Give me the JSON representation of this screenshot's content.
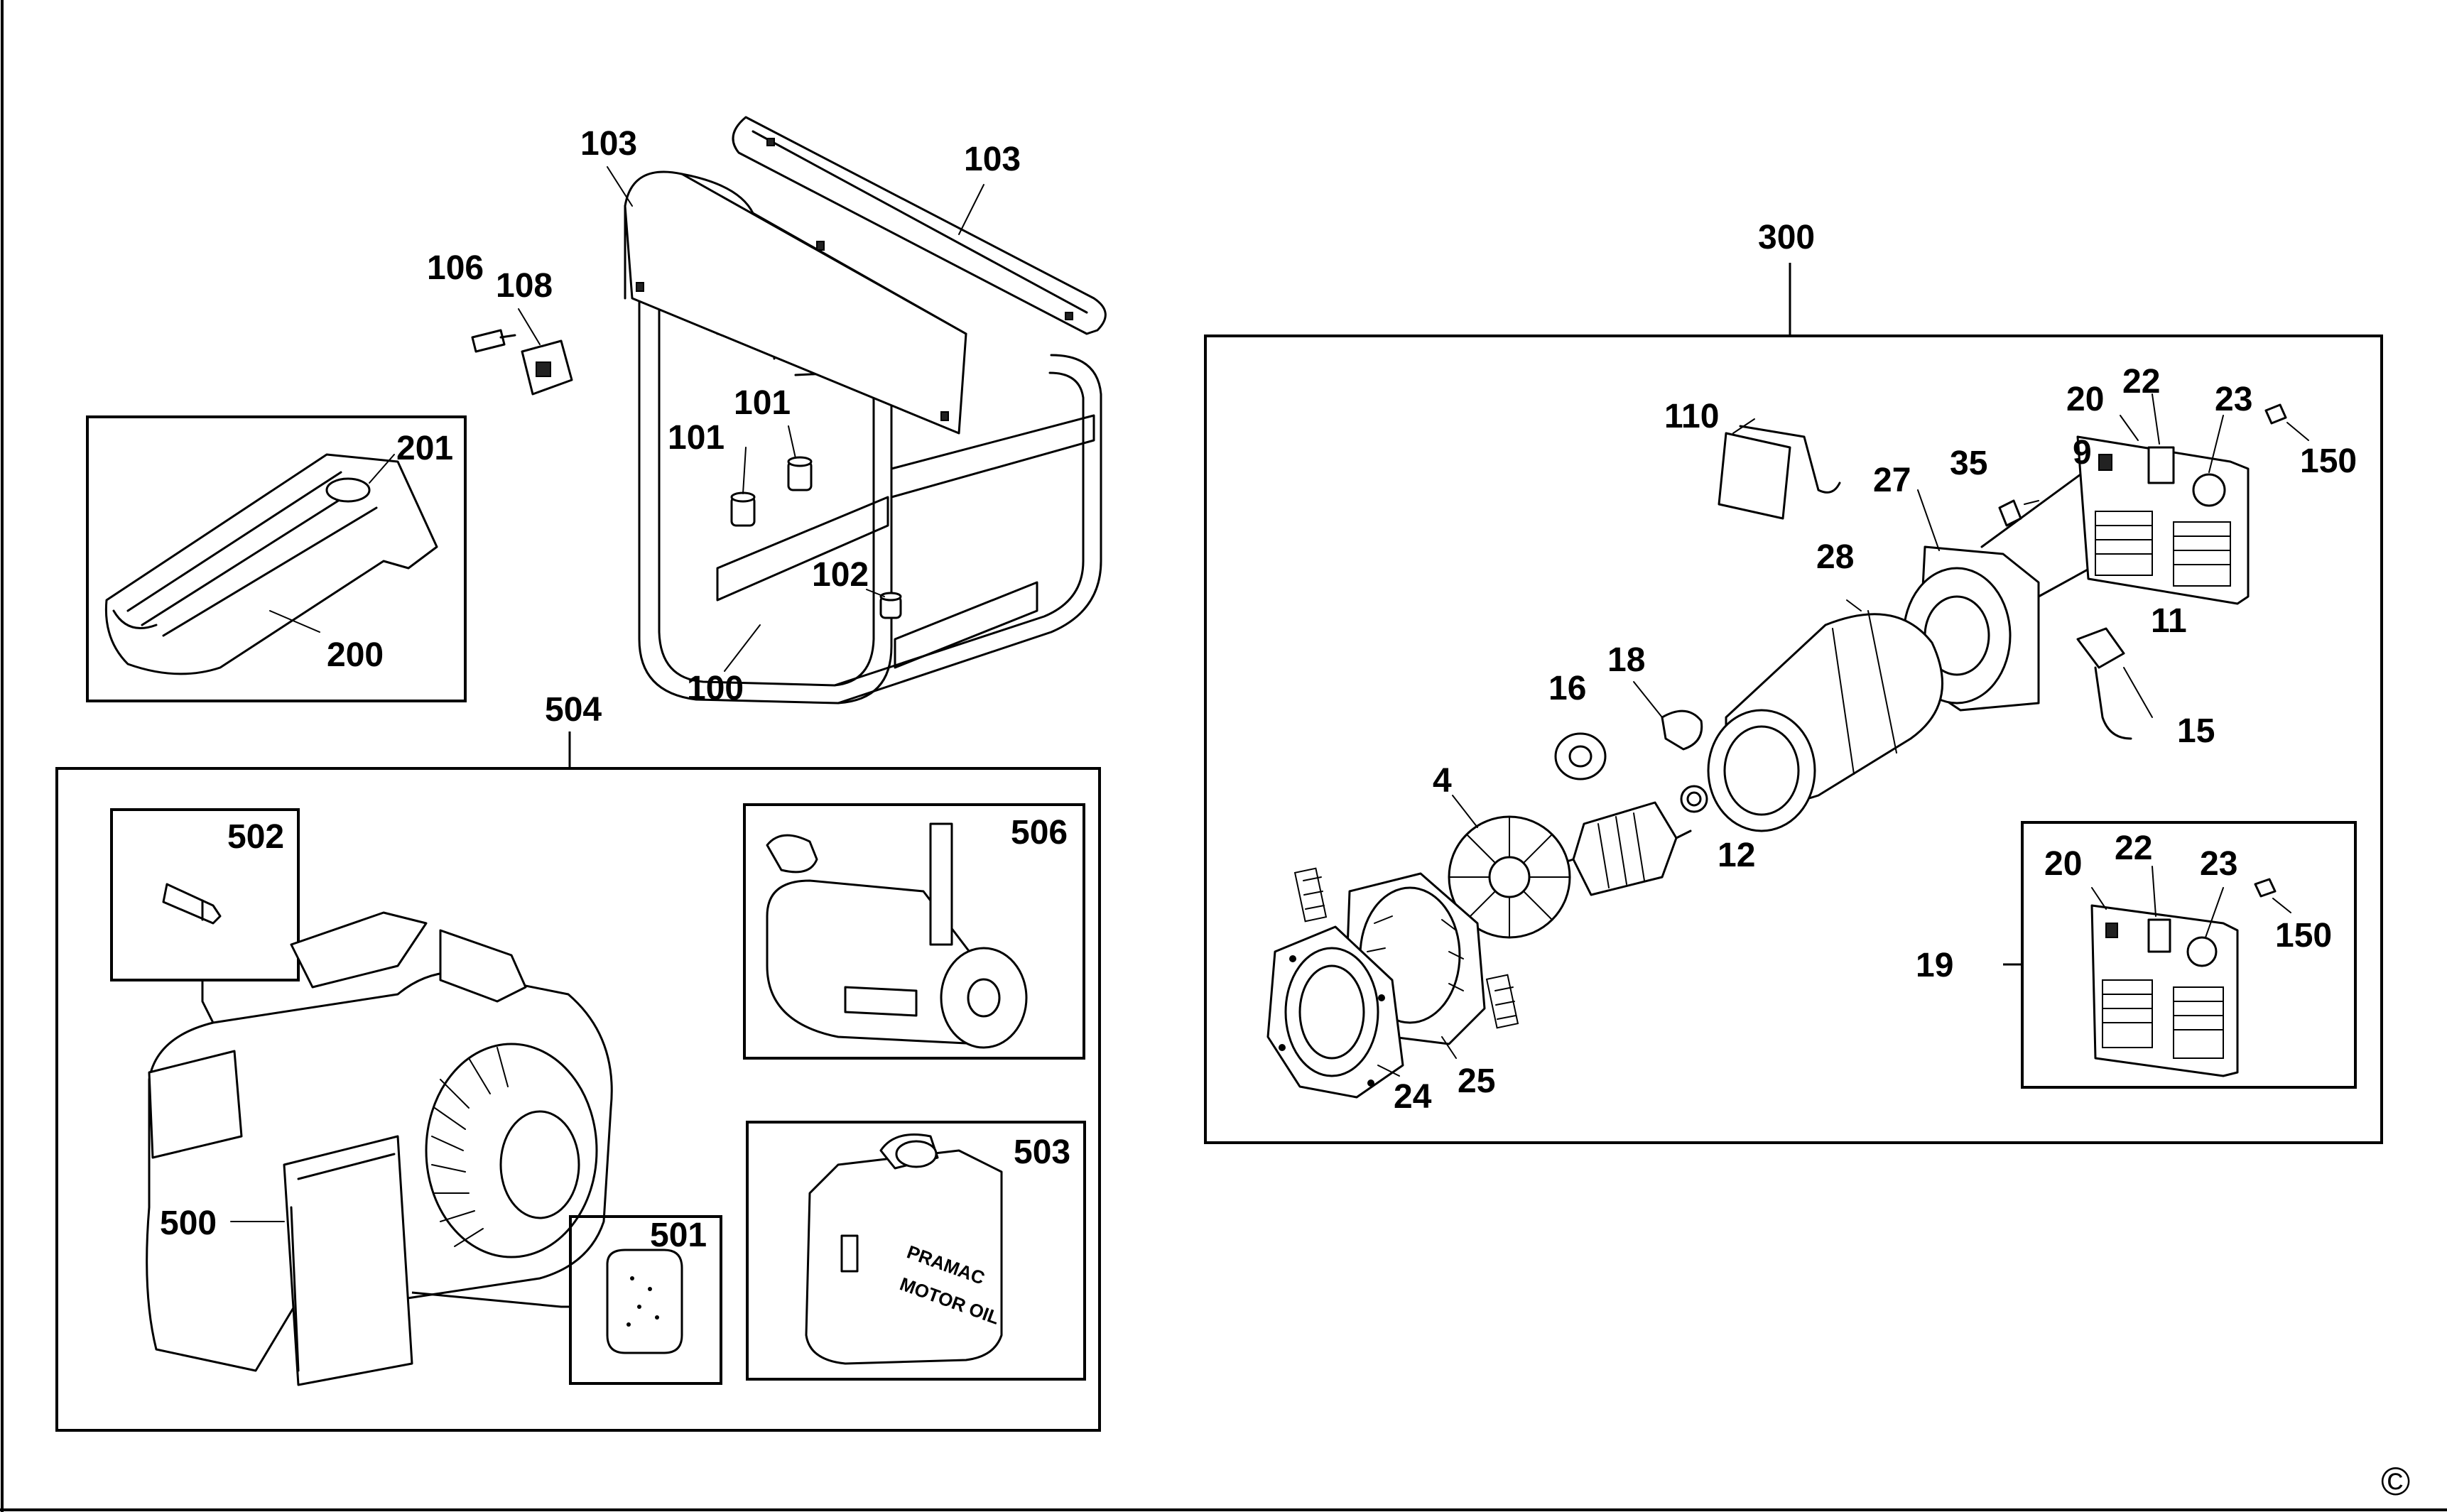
{
  "diagram": {
    "labels": {
      "p100": "100",
      "p101a": "101",
      "p101b": "101",
      "p102": "102",
      "p103a": "103",
      "p103b": "103",
      "p106": "106",
      "p108": "108",
      "p200": "200",
      "p201": "201",
      "p300": "300",
      "p504": "504",
      "p500": "500",
      "p501": "501",
      "p502": "502",
      "p503": "503",
      "p506": "506",
      "p110": "110",
      "p35": "35",
      "p9": "9",
      "p27": "27",
      "p28": "28",
      "p20a": "20",
      "p22a": "22",
      "p23a": "23",
      "p150a": "150",
      "p11": "11",
      "p15": "15",
      "p16": "16",
      "p18": "18",
      "p4": "4",
      "p12": "12",
      "p24": "24",
      "p25": "25",
      "p19": "19",
      "p20b": "20",
      "p22b": "22",
      "p23b": "23",
      "p150b": "150"
    },
    "oil_can_text": [
      "PRAMAC",
      "MOTOR OIL"
    ],
    "copyright": "©"
  }
}
